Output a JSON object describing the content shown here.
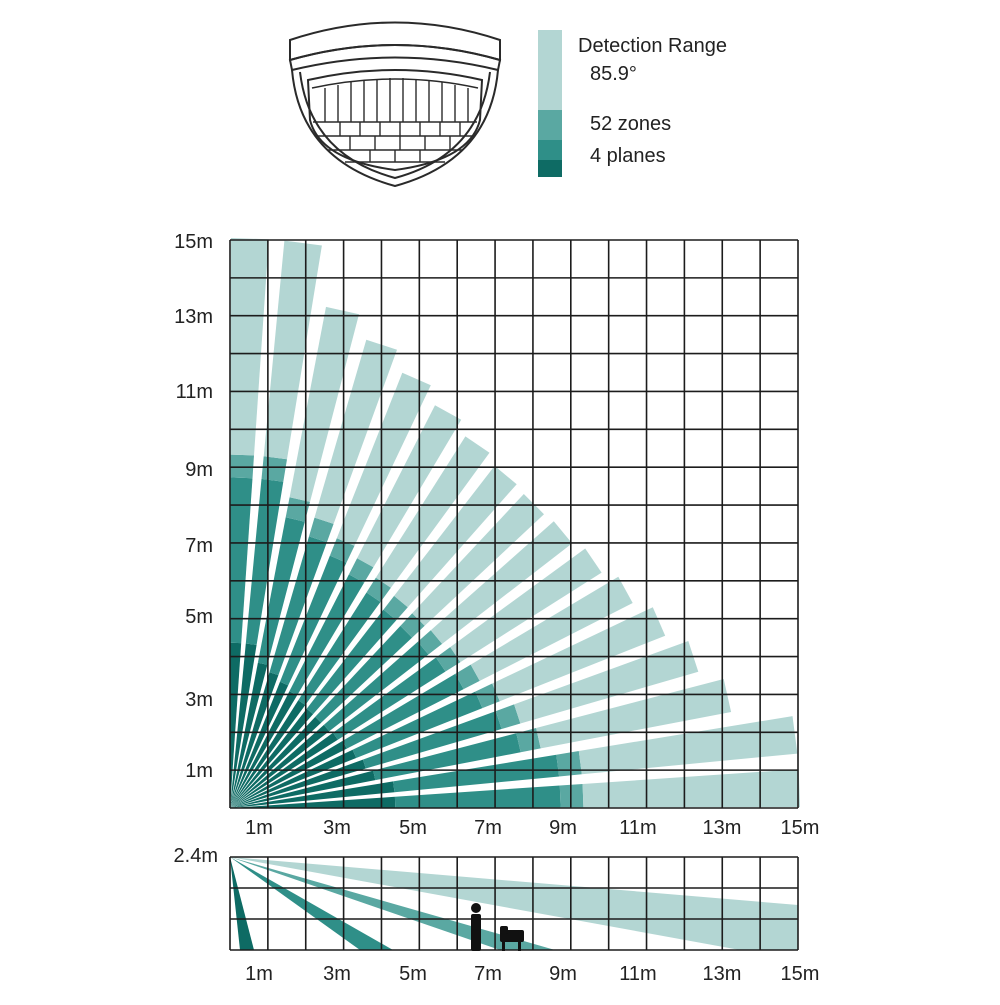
{
  "legend": {
    "detection_range_label": "Detection Range",
    "angle": "85.9°",
    "zones": "52 zones",
    "planes": "4 planes",
    "colors": {
      "far": "#b3d6d3",
      "mid_far": "#5aa8a2",
      "mid": "#2f8f88",
      "near": "#0e6b64"
    }
  },
  "top_view": {
    "y_axis_labels": [
      "15m",
      "13m",
      "11m",
      "9m",
      "7m",
      "5m",
      "3m",
      "1m"
    ],
    "x_axis_labels": [
      "1m",
      "3m",
      "5m",
      "7m",
      "9m",
      "11m",
      "13m",
      "15m"
    ],
    "beam_count": 17
  },
  "side_view": {
    "height_label": "2.4m",
    "x_axis_labels": [
      "1m",
      "3m",
      "5m",
      "7m",
      "9m",
      "11m",
      "13m",
      "15m"
    ]
  }
}
